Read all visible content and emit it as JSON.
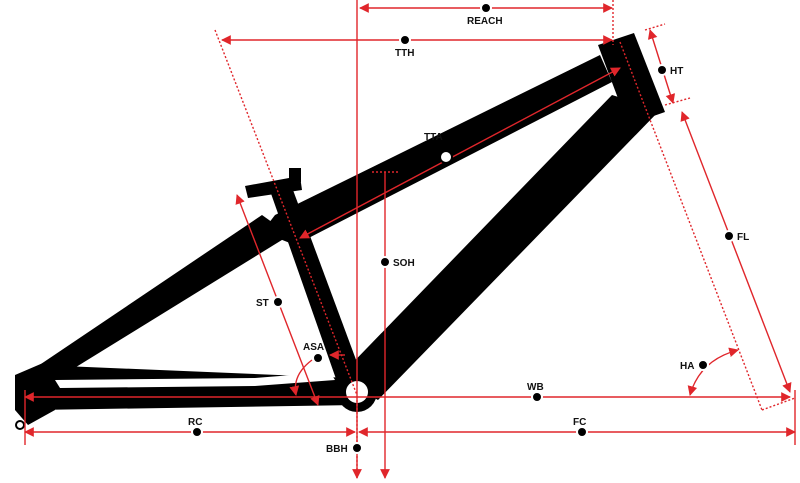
{
  "colors": {
    "frame": "#000000",
    "dimension_lines": "#e0262b",
    "background": "#ffffff"
  },
  "labels": {
    "reach": "REACH",
    "tth": "TTH",
    "ht": "HT",
    "tta": "TTA",
    "fl": "FL",
    "soh": "SOH",
    "st": "ST",
    "asa": "ASA",
    "ha": "HA",
    "wb": "WB",
    "rc": "RC",
    "fc": "FC",
    "bbh": "BBH"
  }
}
